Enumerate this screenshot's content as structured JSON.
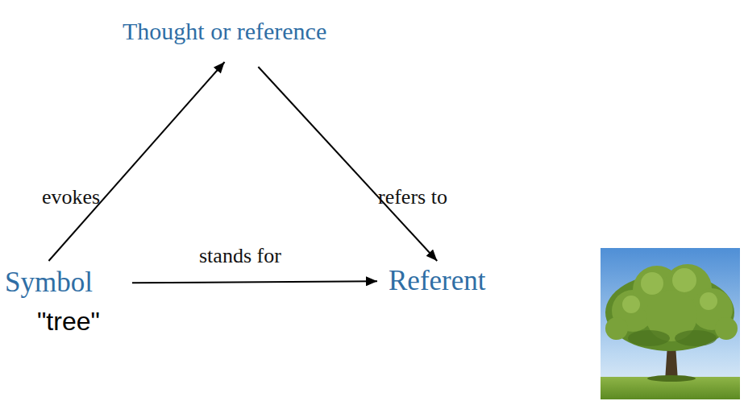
{
  "diagram": {
    "nodes": [
      {
        "text": [
          "Thought or reference"
        ]
      },
      {
        "text": [
          "Symbol"
        ]
      },
      {
        "text": [
          "Referent"
        ]
      }
    ],
    "edges": [
      {
        "from": 1,
        "to": 0,
        "arrow": "to",
        "label": "evokes"
      },
      {
        "from": 0,
        "to": 2,
        "arrow": "to",
        "label": "refers to"
      },
      {
        "from": 1,
        "to": 2,
        "arrow": "to",
        "label": "stands for"
      }
    ],
    "labels": [
      "\"tree\""
    ]
  }
}
